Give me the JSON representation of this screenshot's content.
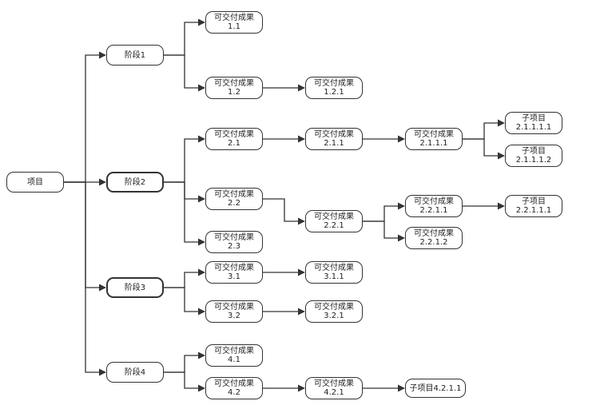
{
  "colors": {
    "line": "#333333",
    "node_border": "#333333",
    "text": "#222222"
  },
  "nodes": [
    {
      "id": "root",
      "lines": [
        "项目"
      ]
    },
    {
      "id": "p1",
      "lines": [
        "阶段1"
      ]
    },
    {
      "id": "p2",
      "lines": [
        "阶段2"
      ]
    },
    {
      "id": "p3",
      "lines": [
        "阶段3"
      ]
    },
    {
      "id": "p4",
      "lines": [
        "阶段4"
      ]
    },
    {
      "id": "d11",
      "lines": [
        "可交付成果",
        "1.1"
      ]
    },
    {
      "id": "d12",
      "lines": [
        "可交付成果",
        "1.2"
      ]
    },
    {
      "id": "d121",
      "lines": [
        "可交付成果",
        "1.2.1"
      ]
    },
    {
      "id": "d21",
      "lines": [
        "可交付成果",
        "2.1"
      ]
    },
    {
      "id": "d211",
      "lines": [
        "可交付成果",
        "2.1.1"
      ]
    },
    {
      "id": "d2111",
      "lines": [
        "可交付成果",
        "2.1.1.1"
      ]
    },
    {
      "id": "s21111",
      "lines": [
        "子项目",
        "2.1.1.1.1"
      ]
    },
    {
      "id": "s21112",
      "lines": [
        "子项目",
        "2.1.1.1.2"
      ]
    },
    {
      "id": "d22",
      "lines": [
        "可交付成果",
        "2.2"
      ]
    },
    {
      "id": "d221",
      "lines": [
        "可交付成果",
        "2.2.1"
      ]
    },
    {
      "id": "d2211",
      "lines": [
        "可交付成果",
        "2.2.1.1"
      ]
    },
    {
      "id": "s22111",
      "lines": [
        "子项目",
        "2.2.1.1.1"
      ]
    },
    {
      "id": "d2212",
      "lines": [
        "可交付成果",
        "2.2.1.2"
      ]
    },
    {
      "id": "d23",
      "lines": [
        "可交付成果",
        "2.3"
      ]
    },
    {
      "id": "d31",
      "lines": [
        "可交付成果",
        "3.1"
      ]
    },
    {
      "id": "d311",
      "lines": [
        "可交付成果",
        "3.1.1"
      ]
    },
    {
      "id": "d32",
      "lines": [
        "可交付成果",
        "3.2"
      ]
    },
    {
      "id": "d321",
      "lines": [
        "可交付成果",
        "3.2.1"
      ]
    },
    {
      "id": "d41",
      "lines": [
        "可交付成果",
        "4.1"
      ]
    },
    {
      "id": "d42",
      "lines": [
        "可交付成果",
        "4.2"
      ]
    },
    {
      "id": "d421",
      "lines": [
        "可交付成果",
        "4.2.1"
      ]
    },
    {
      "id": "s42111",
      "lines": [
        "子项目4.2.1.1"
      ]
    }
  ],
  "edges": [
    [
      "root",
      "p1"
    ],
    [
      "root",
      "p2"
    ],
    [
      "root",
      "p3"
    ],
    [
      "root",
      "p4"
    ],
    [
      "p1",
      "d11"
    ],
    [
      "p1",
      "d12"
    ],
    [
      "d12",
      "d121"
    ],
    [
      "p2",
      "d21"
    ],
    [
      "p2",
      "d22"
    ],
    [
      "p2",
      "d23"
    ],
    [
      "d21",
      "d211"
    ],
    [
      "d211",
      "d2111"
    ],
    [
      "d2111",
      "s21111"
    ],
    [
      "d2111",
      "s21112"
    ],
    [
      "d22",
      "d221"
    ],
    [
      "d221",
      "d2211"
    ],
    [
      "d221",
      "d2212"
    ],
    [
      "d2211",
      "s22111"
    ],
    [
      "p3",
      "d31"
    ],
    [
      "p3",
      "d32"
    ],
    [
      "d31",
      "d311"
    ],
    [
      "d32",
      "d321"
    ],
    [
      "p4",
      "d41"
    ],
    [
      "p4",
      "d42"
    ],
    [
      "d42",
      "d421"
    ],
    [
      "d421",
      "s42111"
    ]
  ]
}
